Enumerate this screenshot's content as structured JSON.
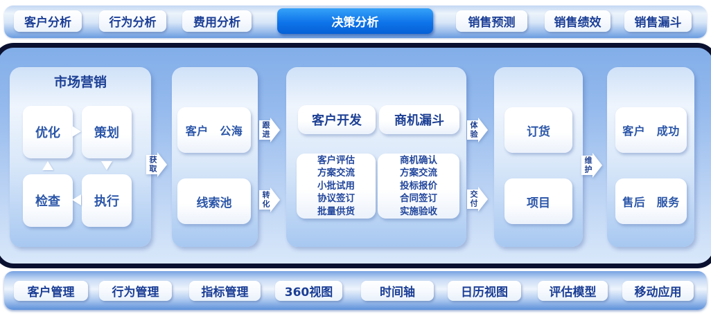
{
  "top_nav": {
    "items": [
      {
        "label": "客户分析",
        "active": false
      },
      {
        "label": "行为分析",
        "active": false
      },
      {
        "label": "费用分析",
        "active": false
      },
      {
        "label": "决策分析",
        "active": true
      },
      {
        "label": "销售预测",
        "active": false
      },
      {
        "label": "销售绩效",
        "active": false
      },
      {
        "label": "销售漏斗",
        "active": false
      }
    ]
  },
  "diagram": {
    "marketing": {
      "title": "市场营销",
      "boxes": [
        "优化",
        "策划",
        "检查",
        "执行"
      ]
    },
    "leads": {
      "boxes": [
        "客户　公海",
        "线索池"
      ]
    },
    "development": {
      "headers": [
        "客户开发",
        "商机漏斗"
      ],
      "customer_steps": [
        "客户评估",
        "方案交流",
        "小批试用",
        "协议签订",
        "批量供货"
      ],
      "opportunity_steps": [
        "商机确认",
        "方案交流",
        "投标报价",
        "合同签订",
        "实施验收"
      ]
    },
    "orders": {
      "boxes": [
        "订货",
        "项目"
      ]
    },
    "service": {
      "boxes": [
        "客户　成功",
        "售后　服务"
      ]
    },
    "arrows": {
      "acquire": "获取",
      "follow": "跟进",
      "convert": "转化",
      "experience": "体验",
      "deliver": "交付",
      "maintain": "维护"
    }
  },
  "bottom_nav": {
    "items": [
      {
        "label": "客户管理"
      },
      {
        "label": "行为管理"
      },
      {
        "label": "指标管理"
      },
      {
        "label": "360视图"
      },
      {
        "label": "时间轴"
      },
      {
        "label": "日历视图"
      },
      {
        "label": "评估模型"
      },
      {
        "label": "移动应用"
      }
    ]
  },
  "colors": {
    "active_tab_top": "#36a2f8",
    "active_tab_bottom": "#0660d5",
    "text_navy": "#1b3e95",
    "container_border": "#0a1130",
    "panel_blue": "#a8c8f1"
  }
}
